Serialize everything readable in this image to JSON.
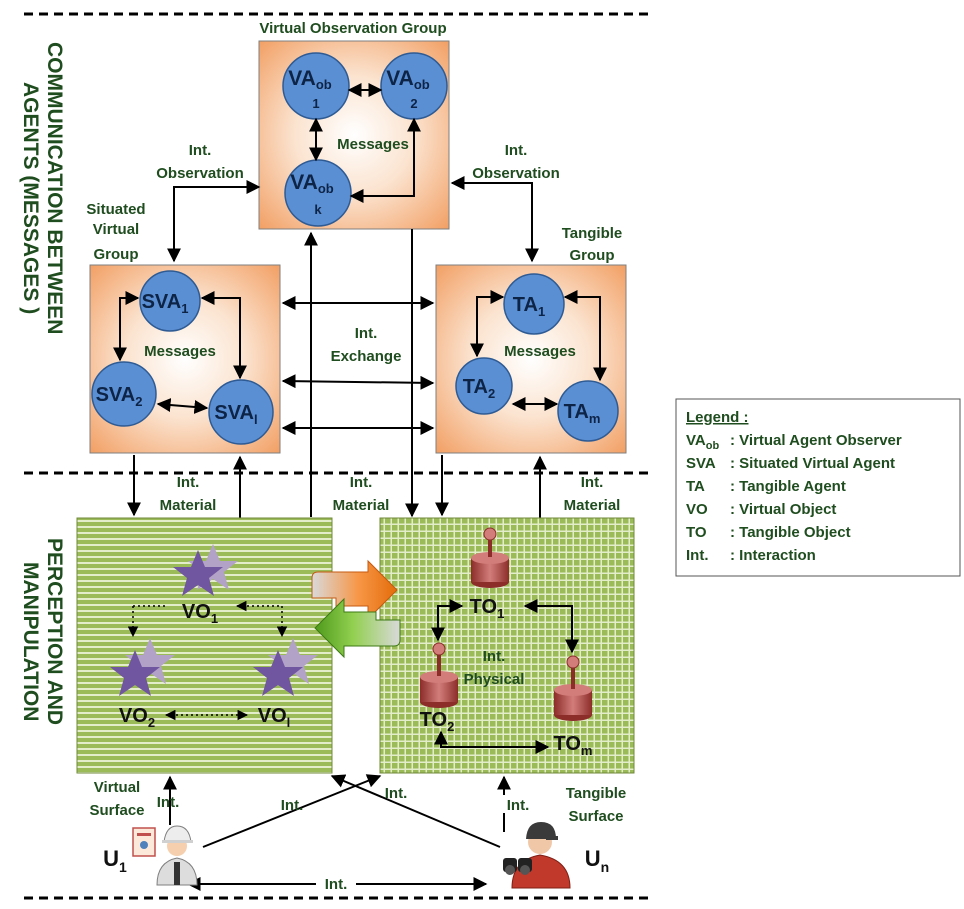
{
  "colors": {
    "text_green": "#1f4d1f",
    "box_peach": "#f2a065",
    "circle_blue": "#5b8fd4",
    "surface_green": "#9bbb59",
    "star_purple": "#8064a2",
    "token_red": "#c0504d"
  },
  "side_labels": {
    "top_line1": "COMMUNICATION BETWEEN",
    "top_line2": "AGENTS (MESSAGES )",
    "bottom_line1": "PERCEPTION AND",
    "bottom_line2": "MANIPULATION"
  },
  "groups": {
    "virtual_observation": {
      "title": "Virtual Observation Group",
      "messages": "Messages"
    },
    "situated_virtual": {
      "title_l1": "Situated",
      "title_l2": "Virtual",
      "title_l3": "Group",
      "messages": "Messages"
    },
    "tangible": {
      "title_l1": "Tangible",
      "title_l2": "Group",
      "messages": "Messages"
    }
  },
  "agents": {
    "va": {
      "base": "VA",
      "sub": "ob",
      "idx": [
        "1",
        "2",
        "k"
      ]
    },
    "sva": {
      "base": "SVA",
      "idx": [
        "1",
        "2",
        "l"
      ]
    },
    "ta": {
      "base": "TA",
      "idx": [
        "1",
        "2",
        "m"
      ]
    }
  },
  "interaction_labels": {
    "int_obs_l1": "Int.",
    "int_obs_l2": "Observation",
    "int_exch_l1": "Int.",
    "int_exch_l2": "Exchange",
    "int_mat_l1": "Int.",
    "int_mat_l2": "Material",
    "int_phys_l1": "Int.",
    "int_phys_l2": "Physical",
    "int": "Int."
  },
  "objects": {
    "vo": {
      "base": "VO",
      "idx": [
        "1",
        "2",
        "l"
      ]
    },
    "to": {
      "base": "TO",
      "idx": [
        "1",
        "2",
        "m"
      ]
    }
  },
  "surfaces": {
    "virtual_l1": "Virtual",
    "virtual_l2": "Surface",
    "tangible_l1": "Tangible",
    "tangible_l2": "Surface"
  },
  "users": {
    "base": "U",
    "idx": [
      "1",
      "n"
    ]
  },
  "legend": {
    "title": "Legend :",
    "items": [
      {
        "key": "VA",
        "key_sub": "ob",
        "desc": ": Virtual Agent Observer"
      },
      {
        "key": "SVA",
        "key_sub": "",
        "desc": ": Situated Virtual Agent"
      },
      {
        "key": "TA",
        "key_sub": "",
        "desc": ": Tangible Agent"
      },
      {
        "key": "VO",
        "key_sub": "",
        "desc": ": Virtual Object"
      },
      {
        "key": "TO",
        "key_sub": "",
        "desc": ": Tangible Object"
      },
      {
        "key": "Int.",
        "key_sub": "",
        "desc": ": Interaction"
      }
    ]
  }
}
